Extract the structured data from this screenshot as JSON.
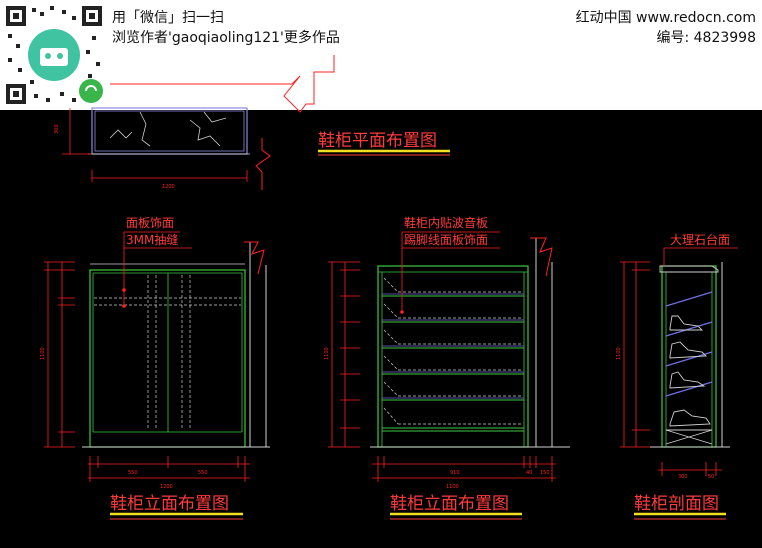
{
  "header": {
    "scan_text": "用「微信」扫一扫",
    "author_text": "浏览作者'gaoqiaoling121'更多作品",
    "site_text": "红动中国 www.redocn.com",
    "id_text": "编号: 4823998"
  },
  "plan": {
    "title": "鞋柜平面布置图",
    "dim_width": "1200",
    "dim_depth": "300"
  },
  "front": {
    "title": "鞋柜立面布置图",
    "label_1": "面板饰面",
    "label_2": "3MM抽缝",
    "dims_bottom": [
      "550",
      "550"
    ],
    "dim_total": "1200",
    "dim_height": "1100"
  },
  "inner": {
    "title": "鞋柜立面布置图",
    "label_1": "鞋柜内贴波音板",
    "label_2": "踢脚线面板饰面",
    "dims_bottom": [
      "910",
      "40",
      "150"
    ],
    "dim_total": "1100",
    "dim_height": "1100"
  },
  "section": {
    "title": "鞋柜剖面图",
    "label_1": "大理石台面",
    "dims_bottom": [
      "300",
      "50"
    ],
    "dim_height": "1100"
  },
  "colors": {
    "cabinet": "#3ec93e",
    "dimension": "#ff2020",
    "title": "#ff3b3b",
    "underline": "#f0e020",
    "hidden": "#cfcfcf",
    "plan_outline": "#8a8ae0",
    "shelf": "#6f6fe0"
  }
}
